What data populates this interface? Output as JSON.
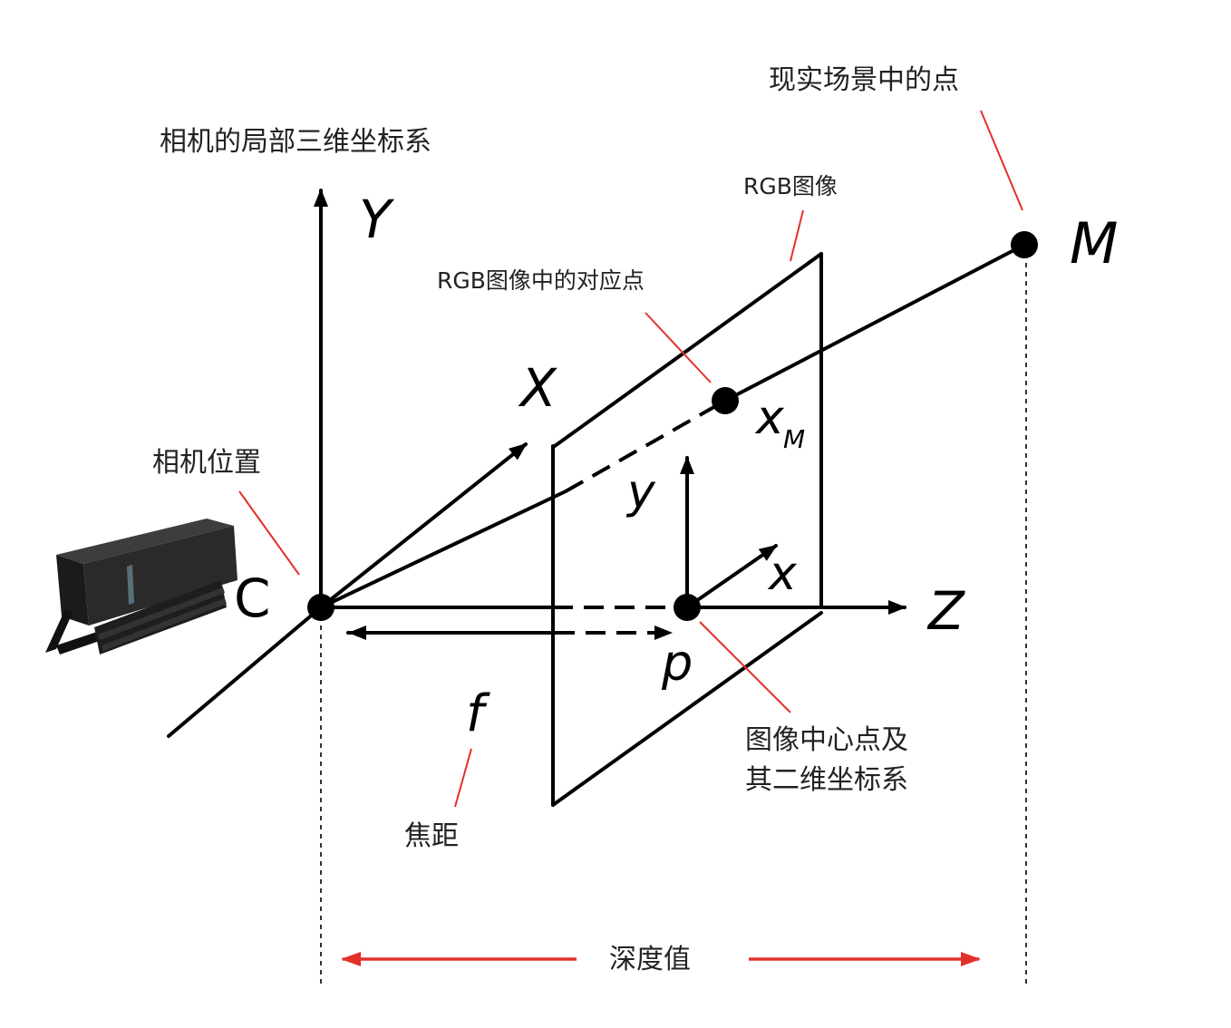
{
  "labels": {
    "local_3d_coords": "相机的局部三维坐标系",
    "real_scene_point": "现实场景中的点",
    "rgb_image": "RGB图像",
    "rgb_corresponding_point": "RGB图像中的对应点",
    "camera_position": "相机位置",
    "image_center": "图像中心点及",
    "image_center_line2": "其二维坐标系",
    "focal_length": "焦距",
    "depth_value": "深度值"
  },
  "symbols": {
    "Y": "Y",
    "X": "X",
    "Z": "Z",
    "C": "C",
    "M": "M",
    "x_m": "x",
    "x_m_sub": "M",
    "y_small": "y",
    "x_small": "x",
    "p": "p",
    "f": "f"
  },
  "colors": {
    "annotation_red": "#e3302b",
    "line_black": "#000000",
    "text": "#222222"
  },
  "icons": {
    "camera_device": "kinect-sensor-icon"
  }
}
